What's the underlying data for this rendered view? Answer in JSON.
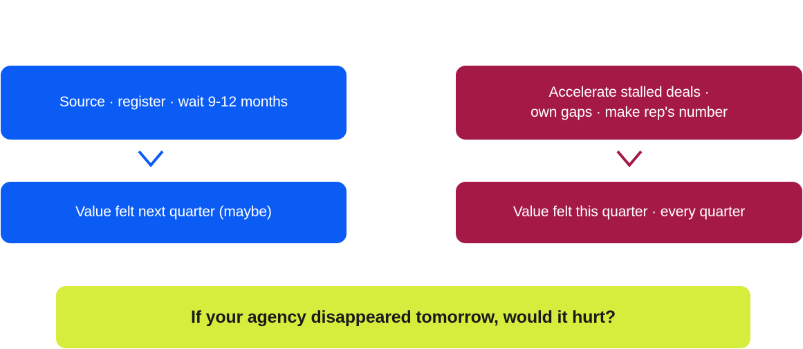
{
  "theme": {
    "background": "#ffffff",
    "blue": "#0b5cf5",
    "crimson": "#a51946",
    "lime": "#d6ed3e",
    "card_text_color": "#ffffff",
    "banner_text_color": "#1a1a1a"
  },
  "columns": [
    {
      "id": "left",
      "accent": "#0b5cf5",
      "steps": [
        {
          "label": "Source · register · wait 9-12 months"
        },
        {
          "label": "Value felt next quarter (maybe)"
        }
      ],
      "connector": {
        "icon": "chevron-down-icon",
        "color": "#0b5cf5"
      }
    },
    {
      "id": "right",
      "accent": "#a51946",
      "steps": [
        {
          "label": "Accelerate stalled deals ·\nown gaps · make rep's number"
        },
        {
          "label": "Value felt this quarter · every quarter"
        }
      ],
      "connector": {
        "icon": "chevron-down-icon",
        "color": "#a51946"
      }
    }
  ],
  "banner": {
    "text": "If your agency disappeared tomorrow, would it hurt?",
    "background": "#d6ed3e"
  }
}
